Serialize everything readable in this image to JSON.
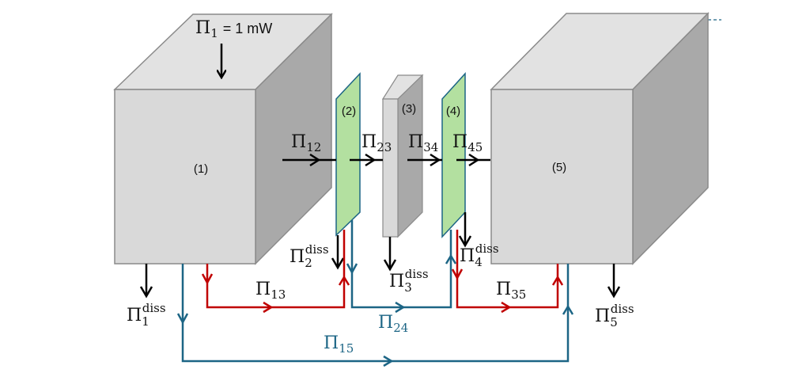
{
  "diagram": {
    "title_input": {
      "symbol": "Π",
      "subscript": "1",
      "value_text": "= 1 mW"
    },
    "blocks": [
      {
        "id": "1",
        "label": "(1)"
      },
      {
        "id": "2",
        "label": "(2)"
      },
      {
        "id": "3",
        "label": "(3)"
      },
      {
        "id": "4",
        "label": "(4)"
      },
      {
        "id": "5",
        "label": "(5)"
      }
    ],
    "forward_flows": [
      {
        "symbol": "Π",
        "subscript": "12"
      },
      {
        "symbol": "Π",
        "subscript": "23"
      },
      {
        "symbol": "Π",
        "subscript": "34"
      },
      {
        "symbol": "Π",
        "subscript": "45"
      }
    ],
    "dissipation": [
      {
        "symbol": "Π",
        "subscript": "1",
        "superscript": "diss"
      },
      {
        "symbol": "Π",
        "subscript": "2",
        "superscript": "diss"
      },
      {
        "symbol": "Π",
        "subscript": "3",
        "superscript": "diss"
      },
      {
        "symbol": "Π",
        "subscript": "4",
        "superscript": "diss"
      },
      {
        "symbol": "Π",
        "subscript": "5",
        "superscript": "diss"
      }
    ],
    "bypass_flows": [
      {
        "symbol": "Π",
        "subscript": "13",
        "color": "#c00000"
      },
      {
        "symbol": "Π",
        "subscript": "35",
        "color": "#c00000"
      },
      {
        "symbol": "Π",
        "subscript": "24",
        "color": "#1c6585"
      },
      {
        "symbol": "Π",
        "subscript": "15",
        "color": "#1c6585"
      }
    ],
    "colors": {
      "box_front": "#d9d9d9",
      "box_top": "#e2e2e2",
      "box_side": "#a9a9a9",
      "plate_green": "#b3e0a0",
      "plate_edge": "#1c6585",
      "red_path": "#c00000",
      "blue_path": "#1c6585",
      "arrow": "#000000"
    }
  }
}
